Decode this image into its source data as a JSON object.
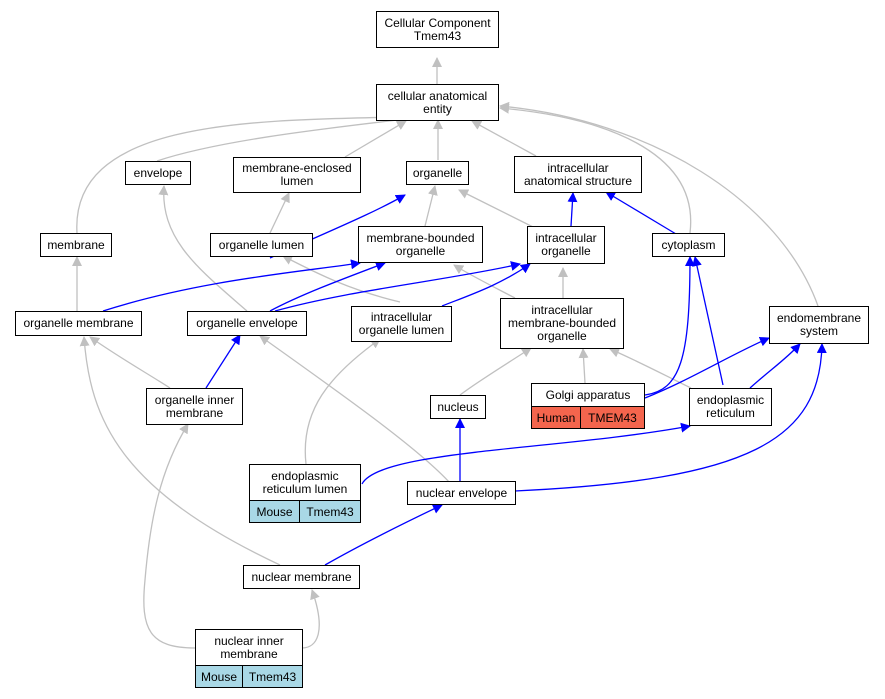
{
  "nodes": {
    "cc_tmem43": "Cellular Component\nTmem43",
    "cellular_anatomical_entity": "cellular anatomical\nentity",
    "envelope": "envelope",
    "membrane_enclosed_lumen": "membrane-enclosed\nlumen",
    "organelle": "organelle",
    "intracellular_anatomical_structure": "intracellular\nanatomical structure",
    "membrane": "membrane",
    "organelle_lumen": "organelle lumen",
    "membrane_bounded_organelle": "membrane-bounded\norganelle",
    "intracellular_organelle": "intracellular\norganelle",
    "cytoplasm": "cytoplasm",
    "organelle_membrane": "organelle membrane",
    "organelle_envelope": "organelle envelope",
    "intracellular_organelle_lumen": "intracellular\norganelle lumen",
    "intracellular_membrane_bounded_organelle": "intracellular\nmembrane-bounded\norganelle",
    "endomembrane_system": "endomembrane\nsystem",
    "golgi_apparatus": "Golgi apparatus",
    "nucleus": "nucleus",
    "organelle_inner_membrane": "organelle inner\nmembrane",
    "endoplasmic_reticulum": "endoplasmic\nreticulum",
    "er_lumen": "endoplasmic\nreticulum lumen",
    "nuclear_envelope": "nuclear envelope",
    "nuclear_membrane": "nuclear membrane",
    "nuclear_inner_membrane": "nuclear inner\nmembrane"
  },
  "annotations": {
    "golgi_apparatus": {
      "species": "Human",
      "gene": "TMEM43"
    },
    "er_lumen": {
      "species": "Mouse",
      "gene": "Tmem43"
    },
    "nuclear_inner_membrane": {
      "species": "Mouse",
      "gene": "Tmem43"
    }
  },
  "colors": {
    "is_a_edge": "#c0c0c0",
    "part_of_edge": "#0000ff",
    "human_tag": "#f4654d",
    "mouse_tag": "#a9d8e6"
  }
}
